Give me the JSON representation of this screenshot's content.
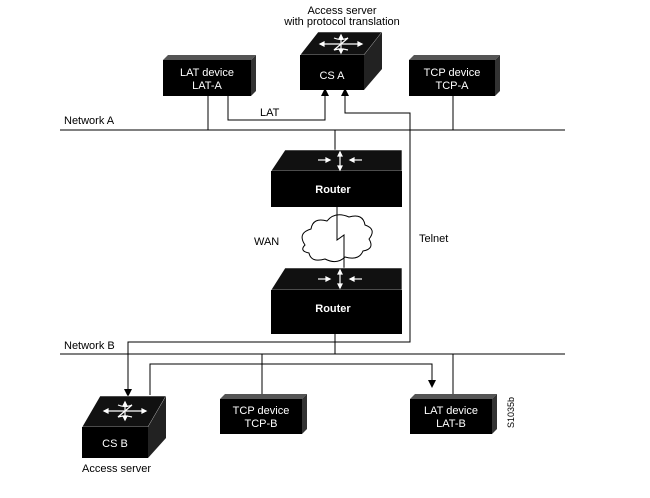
{
  "labels": {
    "access_server_top_line1": "Access server",
    "access_server_top_line2": "with protocol translation",
    "network_a": "Network A",
    "network_b": "Network B",
    "lat_link": "LAT",
    "wan": "WAN",
    "telnet": "Telnet",
    "access_server_bottom": "Access server",
    "figure_id": "S1035b"
  },
  "devices": {
    "lat_a": {
      "line1": "LAT device",
      "line2": "LAT-A"
    },
    "cs_a": {
      "line1": "CS A"
    },
    "tcp_a": {
      "line1": "TCP device",
      "line2": "TCP-A"
    },
    "router_top": {
      "line1": "Router"
    },
    "router_bottom": {
      "line1": "Router"
    },
    "cs_b": {
      "line1": "CS B"
    },
    "tcp_b": {
      "line1": "TCP device",
      "line2": "TCP-B"
    },
    "lat_b": {
      "line1": "LAT device",
      "line2": "LAT-B"
    }
  }
}
